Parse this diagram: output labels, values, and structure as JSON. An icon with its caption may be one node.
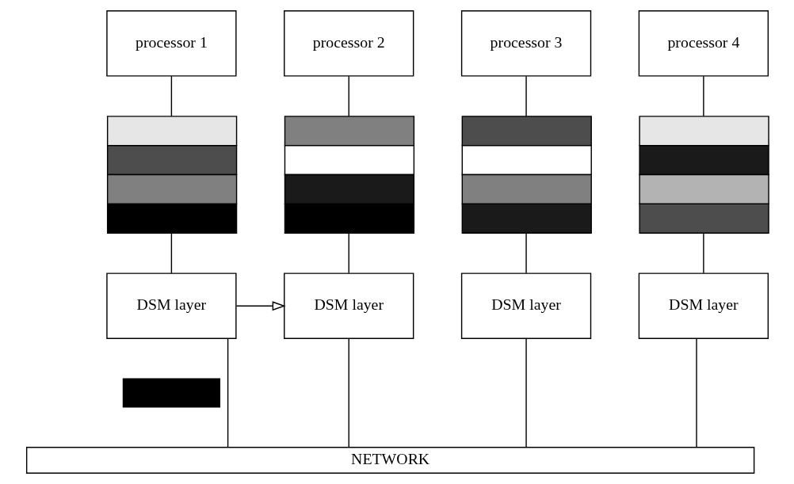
{
  "diagram": {
    "nodes": [
      {
        "text": [
          "processor 1"
        ]
      },
      {
        "text": [
          "processor 2"
        ]
      },
      {
        "text": [
          "processor 3"
        ]
      },
      {
        "text": [
          "processor 4"
        ]
      },
      {
        "text": [],
        "shape": "box"
      },
      {
        "text": [],
        "shape": "box"
      },
      {
        "text": [],
        "shape": "box"
      },
      {
        "text": [],
        "shape": "box"
      },
      {
        "text": [
          "DSM layer"
        ]
      },
      {
        "text": [
          "DSM layer"
        ]
      },
      {
        "text": [
          "DSM layer"
        ]
      },
      {
        "text": [
          "DSM layer"
        ]
      },
      {
        "text": [],
        "shape": "box"
      },
      {
        "text": [
          "NETWORK"
        ]
      }
    ],
    "edges": [
      {
        "from": 0,
        "to": 4,
        "arrow": "none"
      },
      {
        "from": 1,
        "to": 5,
        "arrow": "none"
      },
      {
        "from": 2,
        "to": 6,
        "arrow": "none"
      },
      {
        "from": 3,
        "to": 7,
        "arrow": "none"
      },
      {
        "from": 4,
        "to": 8,
        "arrow": "none"
      },
      {
        "from": 5,
        "to": 9,
        "arrow": "none"
      },
      {
        "from": 6,
        "to": 10,
        "arrow": "none"
      },
      {
        "from": 7,
        "to": 11,
        "arrow": "none"
      },
      {
        "from": 8,
        "to": 13,
        "arrow": "none"
      },
      {
        "from": 9,
        "to": 13,
        "arrow": "none"
      },
      {
        "from": 10,
        "to": 13,
        "arrow": "none"
      },
      {
        "from": 11,
        "to": 13,
        "arrow": "none"
      },
      {
        "from": 8,
        "to": 9,
        "arrow": "to"
      }
    ]
  }
}
